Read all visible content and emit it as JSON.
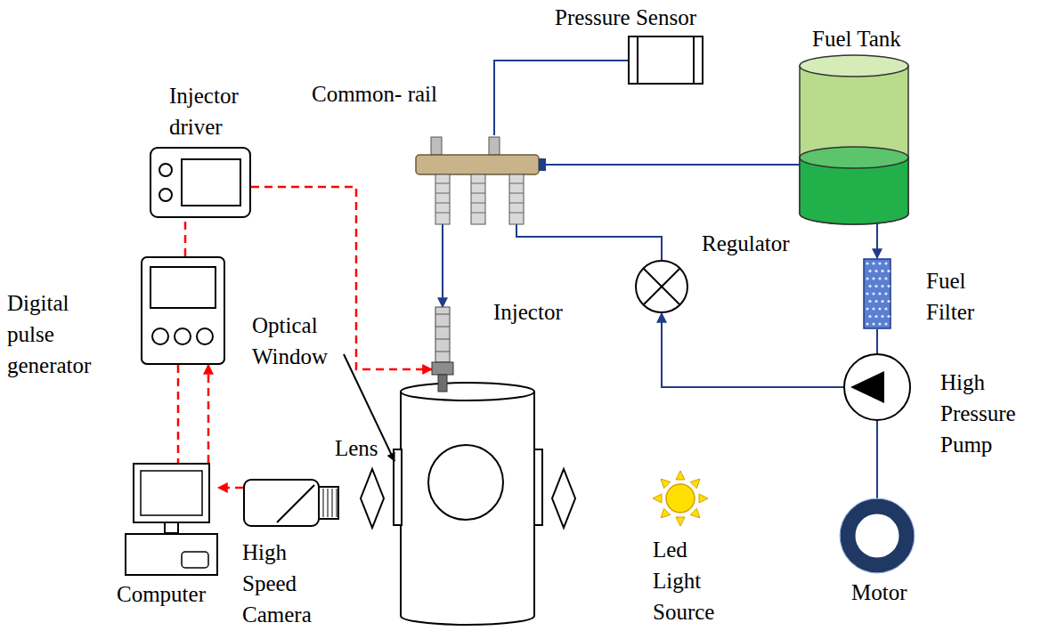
{
  "diagram": {
    "nodes": [
      {
        "text": [
          "Pressure Sensor"
        ]
      },
      {
        "text": [
          "Fuel Tank"
        ]
      },
      {
        "text": [
          "Common- rail"
        ]
      },
      {
        "text": [
          "Injector driver"
        ]
      },
      {
        "text": [
          "Regulator"
        ]
      },
      {
        "text": [
          "Fuel Filter"
        ]
      },
      {
        "text": [
          "Digital pulse generator"
        ]
      },
      {
        "text": [
          "Injector"
        ]
      },
      {
        "text": [
          "High Pressure Pump"
        ]
      },
      {
        "text": [
          "Computer"
        ]
      },
      {
        "text": [
          "High Speed Camera"
        ]
      },
      {
        "text": [
          "Led Light Source"
        ]
      },
      {
        "text": [
          "Motor"
        ]
      }
    ],
    "edges": [
      {
        "from": 2,
        "to": 0,
        "arrow": "none"
      },
      {
        "from": 1,
        "to": 2,
        "arrow": "none"
      },
      {
        "from": 1,
        "to": 5,
        "arrow": "to"
      },
      {
        "from": 5,
        "to": 8,
        "arrow": "none"
      },
      {
        "from": 8,
        "to": 4,
        "arrow": "to"
      },
      {
        "from": 4,
        "to": 2,
        "arrow": "none"
      },
      {
        "from": 2,
        "to": 7,
        "arrow": "to"
      },
      {
        "from": 8,
        "to": 12,
        "arrow": "none"
      },
      {
        "from": 3,
        "to": 7,
        "arrow": "to"
      },
      {
        "from": 6,
        "to": 3,
        "arrow": "none"
      },
      {
        "from": 6,
        "to": 9,
        "arrow": "none"
      },
      {
        "from": 9,
        "to": 6,
        "arrow": "to"
      },
      {
        "from": 10,
        "to": 9,
        "arrow": "to"
      }
    ],
    "labels": [
      "Optical Window",
      "Lens"
    ]
  }
}
